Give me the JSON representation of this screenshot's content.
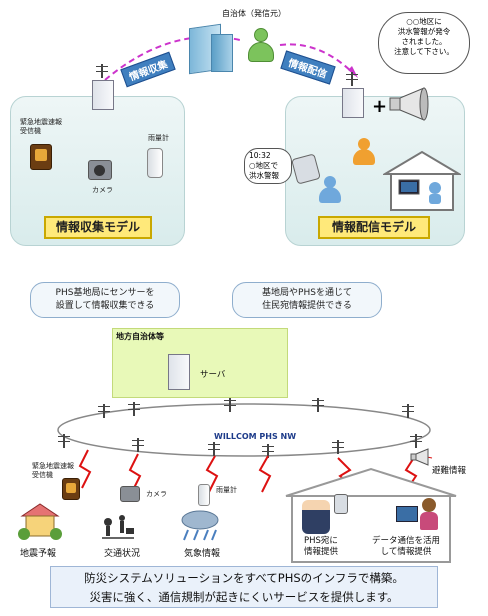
{
  "top": {
    "municipality_label": "自治体（発信元）",
    "arrow_collect": "情報収集",
    "arrow_deliver": "情報配信",
    "alert_bubble": [
      "○○地区に",
      "洪水警報が発令",
      "されました。",
      "注意して下さい。"
    ],
    "left_panel": {
      "label": "情報収集モデル",
      "sensor_label": [
        "緊急地震速報",
        "受信機"
      ],
      "rain_gauge": "雨量計",
      "camera": "カメラ"
    },
    "right_panel": {
      "label": "情報配信モデル",
      "phone_time": "10:32",
      "phone_msg": [
        "○地区で",
        "洪水警報"
      ]
    }
  },
  "bottom": {
    "cloud_left": [
      "PHS基地局にセンサーを",
      "設置して情報収集できる"
    ],
    "cloud_right": [
      "基地局やPHSを通じて",
      "住民宛情報提供できる"
    ],
    "local_gov": "地方自治体等",
    "server": "サーバ",
    "network": "WILLCOM PHS NW",
    "evacuation": "避難情報",
    "sensor_label": [
      "緊急地震速報",
      "受信機"
    ],
    "camera": "カメラ",
    "rain_gauge": "雨量計",
    "earthquake": "地震予報",
    "traffic": "交通状況",
    "weather": "気象情報",
    "phs_provide": [
      "PHS宛に",
      "情報提供"
    ],
    "data_provide": [
      "データ通信を活用",
      "して情報提供"
    ]
  },
  "footer": {
    "line1": "防災システムソリューションをすべてPHSのインフラで構築。",
    "line2": "災害に強く、通信規制が起きにくいサービスを提供します。"
  }
}
